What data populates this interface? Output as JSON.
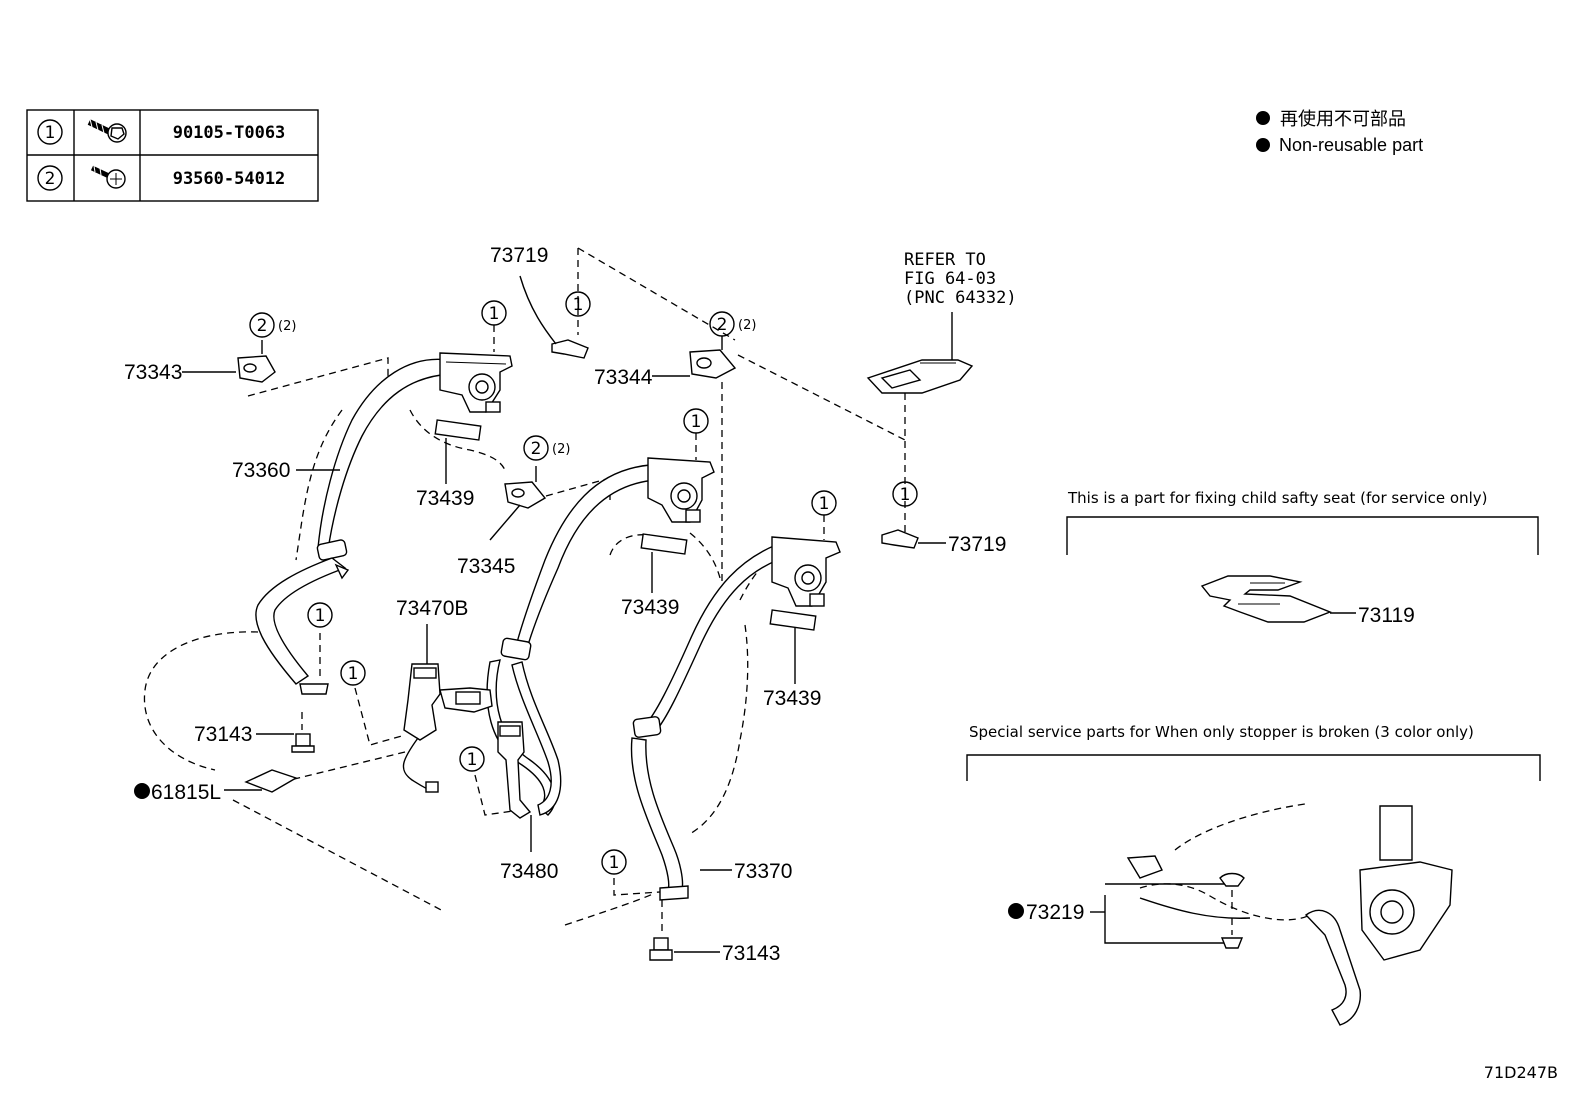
{
  "fastener_table": [
    {
      "ref": "1",
      "icon": "bolt-icon",
      "part_number": "90105-T0063"
    },
    {
      "ref": "2",
      "icon": "screw-icon",
      "part_number": "93560-54012"
    }
  ],
  "legend": {
    "japanese": "再使用不可部品",
    "english": "Non-reusable part",
    "marker_color": "#000000"
  },
  "refer_note": {
    "line1": "REFER TO",
    "line2": "FIG 64-03",
    "line3": "(PNC 64332)"
  },
  "callout_qty": "(2)",
  "fastener_refs": {
    "one": "1",
    "two": "2"
  },
  "parts": {
    "p73719a": "73719",
    "p73719b": "73719",
    "p73343": "73343",
    "p73344": "73344",
    "p73345": "73345",
    "p73360": "73360",
    "p73439a": "73439",
    "p73439b": "73439",
    "p73439c": "73439",
    "p73470B": "73470B",
    "p73143a": "73143",
    "p73143b": "73143",
    "p61815L": "61815L",
    "p73480": "73480",
    "p73370": "73370",
    "p73119": "73119",
    "p73219": "73219"
  },
  "notes": {
    "child_seat": "This is a part for fixing child safty seat (for service only)",
    "stopper": "Special service parts for When only stopper is broken (3 color only)"
  },
  "diagram_code": "71D247B"
}
